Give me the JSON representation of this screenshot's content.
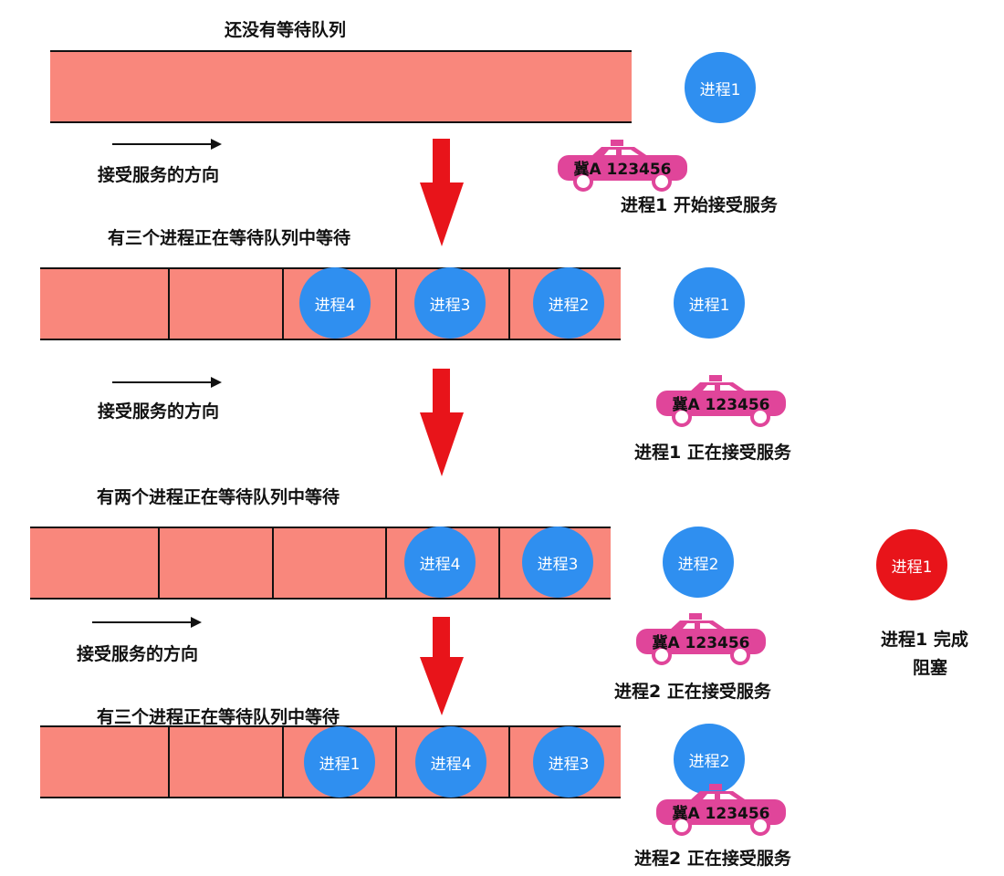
{
  "stages": [
    {
      "title": "还没有等待队列",
      "direction_label": "接受服务的方向",
      "queue_processes": [],
      "server_process": "进程1",
      "plate": "冀A 123456",
      "status": "进程1 开始接受服务"
    },
    {
      "title": "有三个进程正在等待队列中等待",
      "direction_label": "接受服务的方向",
      "queue_processes": [
        "进程4",
        "进程3",
        "进程2"
      ],
      "server_process": "进程1",
      "plate": "冀A 123456",
      "status": "进程1 正在接受服务"
    },
    {
      "title": "有两个进程正在等待队列中等待",
      "direction_label": "接受服务的方向",
      "queue_processes": [
        "进程4",
        "进程3"
      ],
      "server_process": "进程2",
      "plate": "冀A 123456",
      "status": "进程2 正在接受服务",
      "blocked_process": "进程1",
      "blocked_status_line1": "进程1 完成",
      "blocked_status_line2": "阻塞"
    },
    {
      "title": "有三个进程正在等待队列中等待",
      "queue_processes": [
        "进程1",
        "进程4",
        "进程3"
      ],
      "server_process": "进程2",
      "plate": "冀A 123456",
      "status": "进程2 正在接受服务"
    }
  ],
  "colors": {
    "queue_fill": "#f9877c",
    "process_blue": "#2f8ff0",
    "process_blocked_red": "#e8141a",
    "transition_arrow": "#e8141a",
    "taxi_pink": "#e0459a"
  },
  "icons": [
    "taxi-icon",
    "down-arrow-icon",
    "right-arrow-icon"
  ]
}
